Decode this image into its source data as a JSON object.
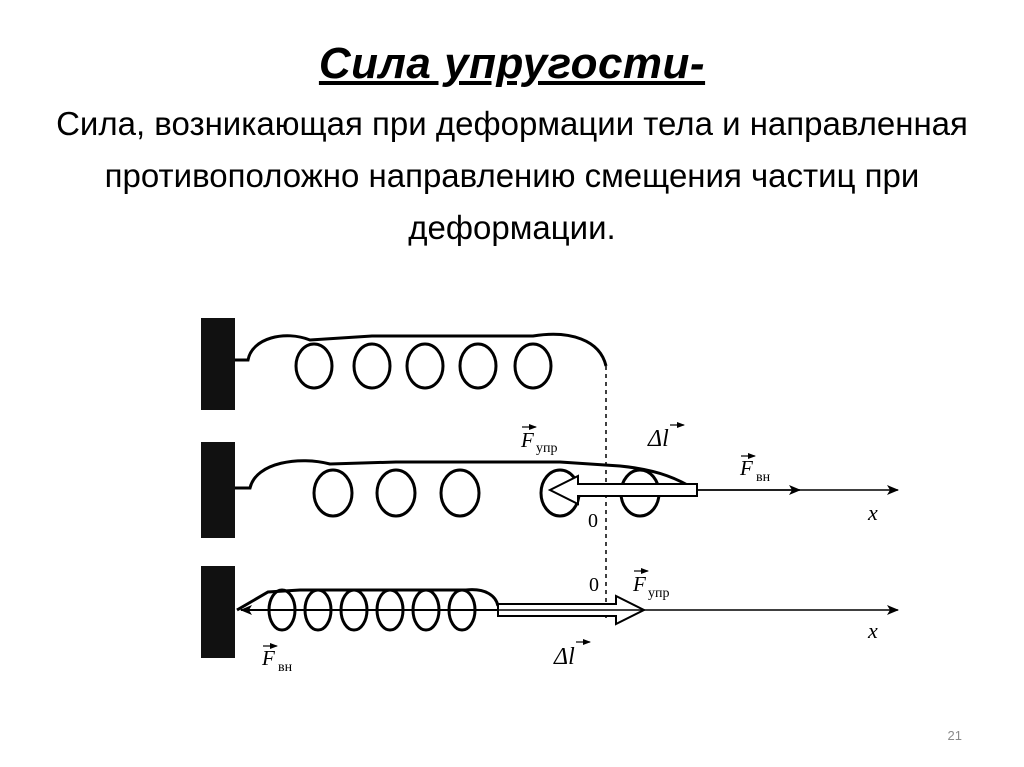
{
  "slide": {
    "title": "Сила упругости-",
    "definition": "Сила, возникающая при деформации тела и направленная противоположно направлению смещения частиц при деформации.",
    "slide_number": "21"
  },
  "figure": {
    "row2": {
      "force_elastic_symbol": "F",
      "force_elastic_sub": "упр",
      "delta_l": "Δl",
      "force_external_symbol": "F",
      "force_external_sub": "вн",
      "origin": "0",
      "axis": "x"
    },
    "row3": {
      "origin": "0",
      "force_elastic_symbol": "F",
      "force_elastic_sub": "упр",
      "axis": "x",
      "force_external_symbol": "F",
      "force_external_sub": "вн",
      "delta_l": "Δl"
    }
  }
}
